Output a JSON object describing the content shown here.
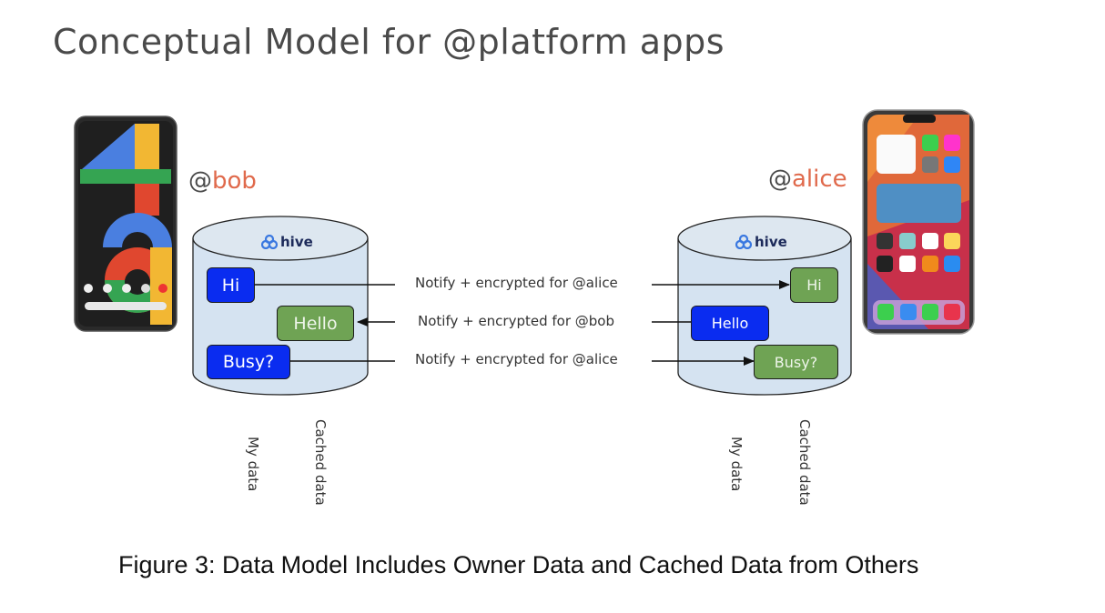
{
  "title": "Conceptual Model for @platform apps",
  "users": {
    "left": {
      "at": "@",
      "name": "bob",
      "device": "android-phone"
    },
    "right": {
      "at": "@",
      "name": "alice",
      "device": "iphone"
    }
  },
  "colors": {
    "handle_name": "#e06a4c",
    "mine_box": "#0a2cf0",
    "cached_box": "#6fa354",
    "cylinder_fill": "#d5e3f1"
  },
  "left_store": {
    "logo_text": "hive",
    "items": [
      {
        "label": "Hi",
        "kind": "my-data"
      },
      {
        "label": "Hello",
        "kind": "cached-data"
      },
      {
        "label": "Busy?",
        "kind": "my-data"
      }
    ],
    "column_labels": [
      "My data",
      "Cached data"
    ]
  },
  "right_store": {
    "logo_text": "hive",
    "items": [
      {
        "label": "Hi",
        "kind": "cached-data"
      },
      {
        "label": "Hello",
        "kind": "my-data"
      },
      {
        "label": "Busy?",
        "kind": "cached-data"
      }
    ],
    "column_labels": [
      "My data",
      "Cached data"
    ]
  },
  "messages": [
    {
      "label": "Notify + encrypted for @alice",
      "direction": "left-to-right"
    },
    {
      "label": "Notify + encrypted for @bob",
      "direction": "right-to-left"
    },
    {
      "label": "Notify + encrypted for @alice",
      "direction": "left-to-right"
    }
  ],
  "caption": "Figure 3: Data Model Includes Owner Data and Cached Data from Others"
}
